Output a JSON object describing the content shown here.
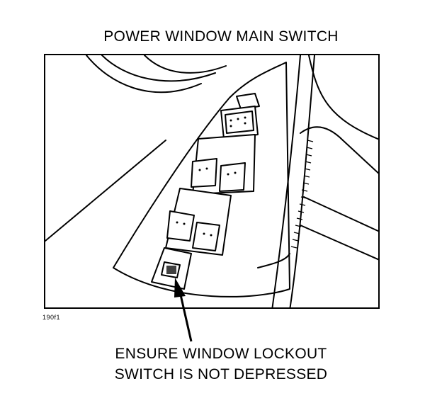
{
  "title": "POWER WINDOW MAIN SWITCH",
  "figure_id": "190f1",
  "caption": {
    "line1": "ENSURE WINDOW LOCKOUT",
    "line2": "SWITCH IS NOT DEPRESSED"
  },
  "colors": {
    "ink": "#000000",
    "paper": "#ffffff"
  }
}
